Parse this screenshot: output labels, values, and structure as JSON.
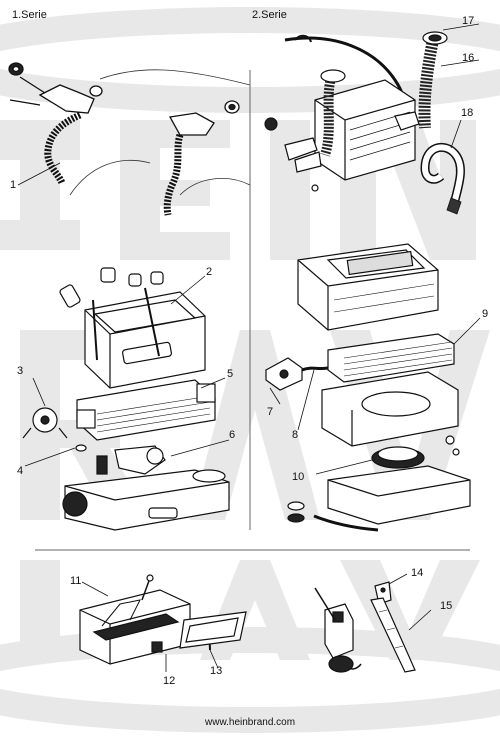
{
  "headers": {
    "series_1": "1.Serie",
    "series_2": "2.Serie"
  },
  "footer": {
    "url": "www.heinbrand.com"
  },
  "watermark": {
    "text": "HEINBRAND"
  },
  "parts": {
    "p1": "1",
    "p2": "2",
    "p3": "3",
    "p4": "4",
    "p5": "5",
    "p6": "6",
    "p7": "7",
    "p8": "8",
    "p9": "9",
    "p10": "10",
    "p11": "11",
    "p12": "12",
    "p13": "13",
    "p14": "14",
    "p15": "15",
    "p16": "16",
    "p17": "17",
    "p18": "18"
  },
  "colors": {
    "ink": "#111111",
    "watermark": "#e6e6e6",
    "divider": "#555555"
  }
}
